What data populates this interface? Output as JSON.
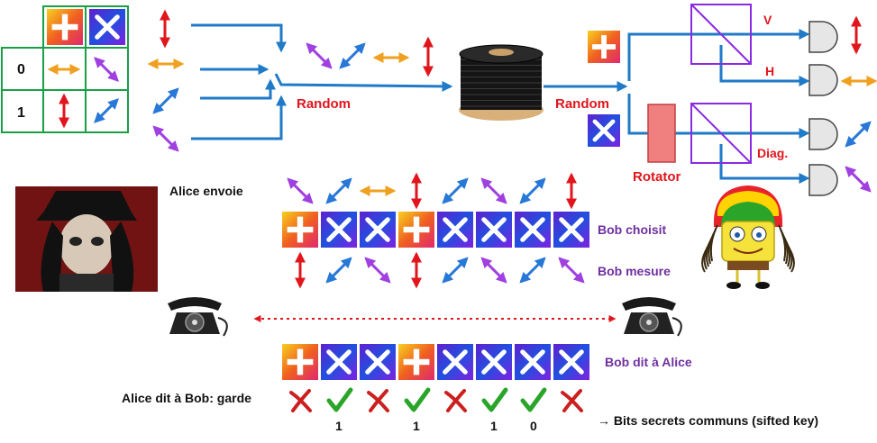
{
  "colors": {
    "arrow_blue": "#1f7ac8",
    "photon_red": "#e0161c",
    "photon_orange": "#f0a020",
    "photon_purple": "#a040e0",
    "photon_blue": "#2878d8",
    "table_green": "#18a048",
    "splitter_purple": "#8a2be2",
    "rotator_fill": "#f08080",
    "check_green": "#2aa52a",
    "cross_red": "#cc1f1f"
  },
  "table": {
    "row_labels": [
      "0",
      "1"
    ]
  },
  "labels": {
    "random_left": "Random",
    "random_right": "Random",
    "rotator": "Rotator",
    "v": "V",
    "h": "H",
    "diag": "Diag.",
    "alice_sends": "Alice envoie",
    "bob_chooses": "Bob choisit",
    "bob_measures": "Bob  mesure",
    "bob_tells_alice": "Bob dit à Alice",
    "alice_tells_bob": "Alice dit à Bob: garde",
    "sifted_key": "→ Bits secrets communs (sifted key)"
  },
  "alice_photons": [
    "purple-diag",
    "blue-diag",
    "orange-horizontal",
    "red-vertical",
    "blue-diag",
    "purple-diag",
    "blue-diag",
    "red-vertical"
  ],
  "bob_bases": [
    "rectilinear-plus",
    "diagonal-x",
    "diagonal-x",
    "rectilinear-plus",
    "diagonal-x",
    "diagonal-x",
    "diagonal-x",
    "diagonal-x"
  ],
  "bob_measured": [
    "red-vertical",
    "blue-diag",
    "purple-diag",
    "red-vertical",
    "blue-diag",
    "purple-diag",
    "blue-diag",
    "purple-diag"
  ],
  "bob_reports": [
    "rectilinear-plus",
    "diagonal-x",
    "diagonal-x",
    "rectilinear-plus",
    "diagonal-x",
    "diagonal-x",
    "diagonal-x",
    "diagonal-x"
  ],
  "keep_marks": [
    "cross-icon",
    "check-icon",
    "cross-icon",
    "check-icon",
    "cross-icon",
    "check-icon",
    "check-icon",
    "cross-icon"
  ],
  "key_bits": [
    "",
    "1",
    "",
    "1",
    "",
    "1",
    "0",
    ""
  ],
  "characters": {
    "alice": "alice-portrait",
    "bob": "bob-sponge-rasta"
  }
}
